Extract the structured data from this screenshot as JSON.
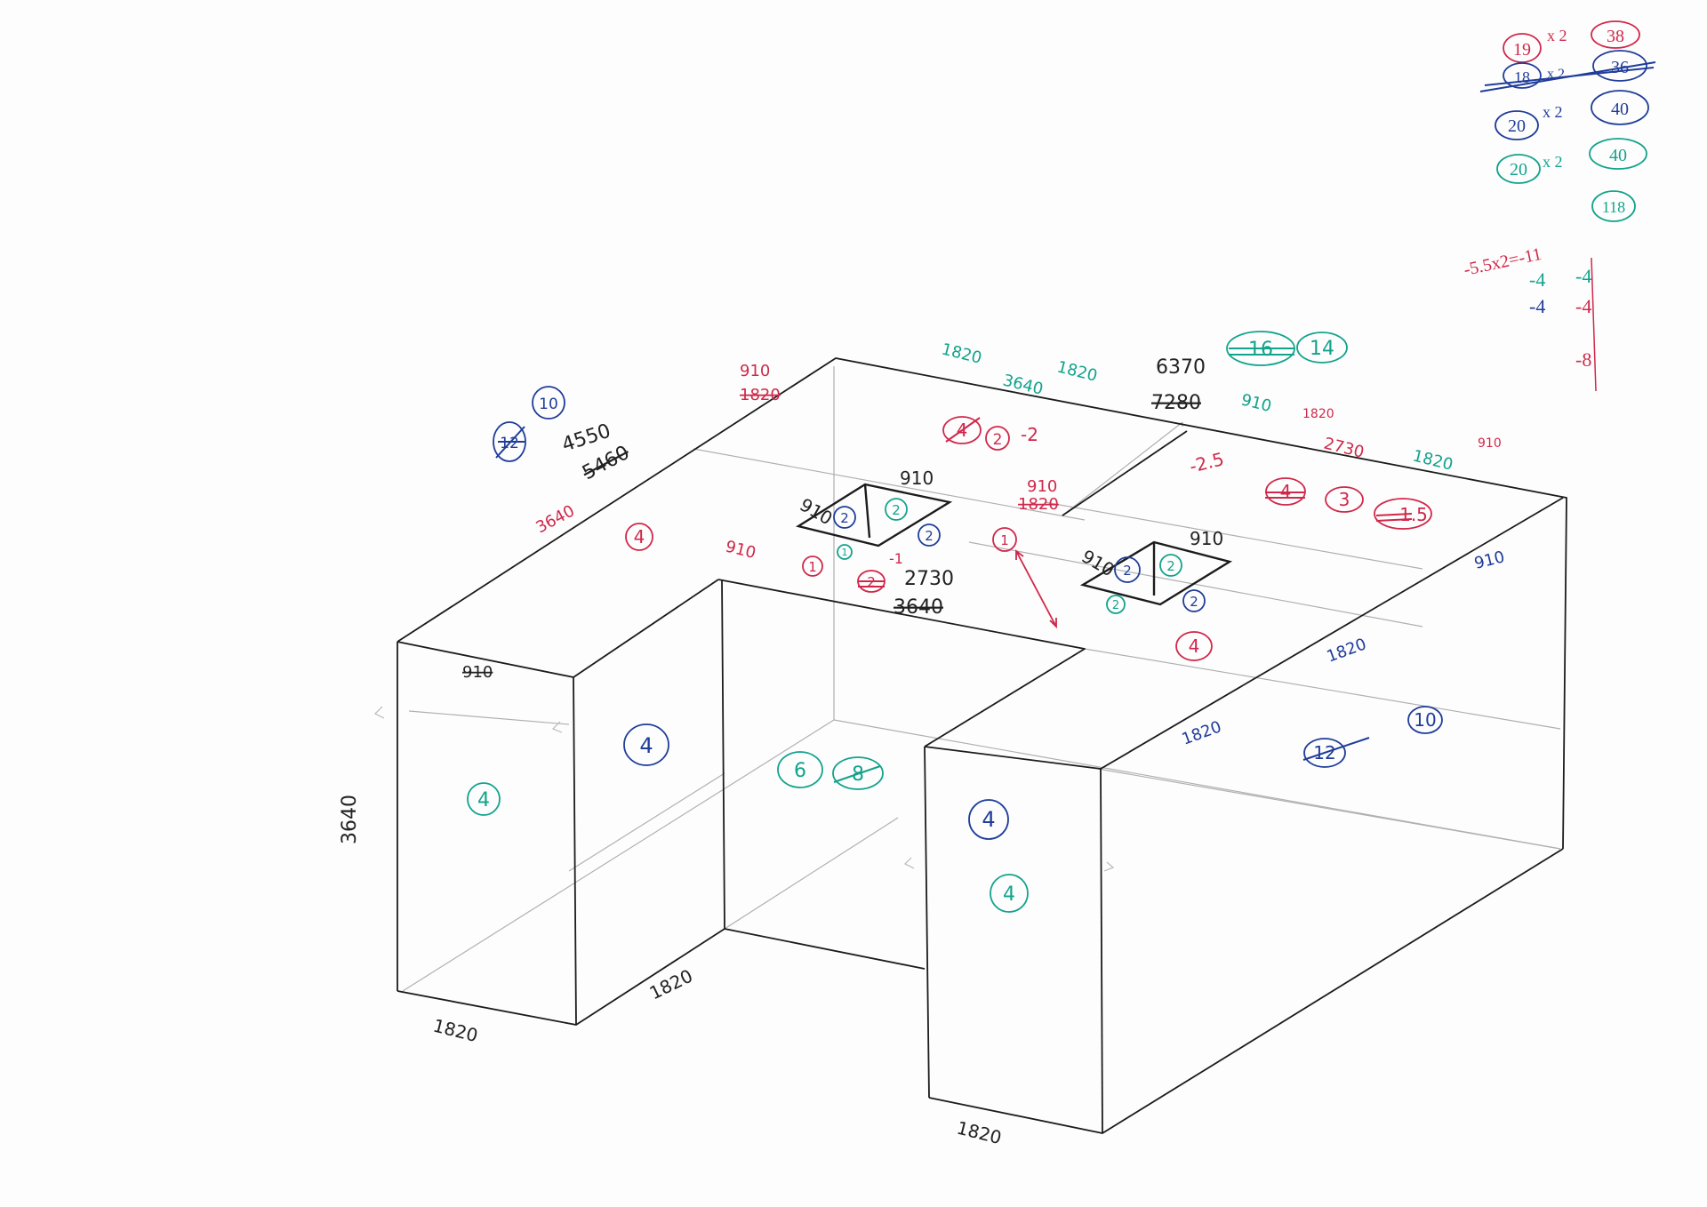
{
  "colors": {
    "pencil": "#222222",
    "red": "#d0284a",
    "blue": "#1f3d99",
    "green": "#12a38c",
    "guide": "#a8a8a8"
  },
  "dims": {
    "left_top_old": "5460",
    "left_top_new": "4550",
    "left_top_3640": "3640",
    "hole1_a": "910",
    "hole1_b": "910",
    "hole1_left": "910",
    "mid_old": "3640",
    "mid_new": "2730",
    "back_910": "910",
    "back_1820_old": "1820",
    "back_3640": "3640",
    "back_1820_a": "1820",
    "back_1820_b": "1820",
    "top_old": "7280",
    "top_new": "6370",
    "top_910": "910",
    "right_910_small": "1820",
    "right_2730": "2730",
    "right_1820": "1820",
    "right_910": "910",
    "center_910": "910",
    "center_1820_old": "1820",
    "hole2_a": "910",
    "hole2_b": "910",
    "side_910": "910",
    "side_1820_a": "1820",
    "side_1820_b": "1820",
    "front_910_old": "910",
    "height_3640": "3640",
    "bottom_1820_a": "1820",
    "bottom_1820_b": "1820",
    "bottom_1820_c": "1820"
  },
  "circles": {
    "blue_10": "10",
    "blue_12_old": "12",
    "red_4_top": "4",
    "red_2_top": "2",
    "red_minus2": "-2",
    "red_minus25": "-2.5",
    "red_4_old": "4",
    "red_3": "3",
    "red_15": "1.5",
    "red_1_center": "1",
    "red_4_mid": "4",
    "green_16_old": "16",
    "green_14": "14",
    "h1_blue_2": "2",
    "h1_green_2": "2",
    "h1_blue_2b": "2",
    "h1_red_1": "1",
    "h1_green_1": "1",
    "h1_red_old": "2",
    "h1_red_minus1": "-1",
    "h2_blue_2": "2",
    "h2_green_2": "2",
    "h2_green_2b": "2",
    "h2_blue_2b": "2",
    "front_green_4": "4",
    "front_blue_4": "4",
    "mid_green_6": "6",
    "mid_green_8_old": "8",
    "right_blue_4": "4",
    "right_green_4": "4",
    "side_blue_12_old": "12",
    "side_blue_10": "10"
  },
  "tally": {
    "row1": {
      "count": "19",
      "mult": "x 2",
      "result": "38"
    },
    "row2": {
      "count": "18",
      "mult": "x 2",
      "result": "36"
    },
    "row3": {
      "count": "20",
      "mult": "x 2",
      "result": "40"
    },
    "row4": {
      "count": "20",
      "mult": "x 2",
      "result": "40"
    },
    "total": "118",
    "calc1": "-5.5x2=-11",
    "calc2a": "-4",
    "calc2b": "-4",
    "calc3a": "-4",
    "calc3b": "-4",
    "calc4": "-8"
  }
}
